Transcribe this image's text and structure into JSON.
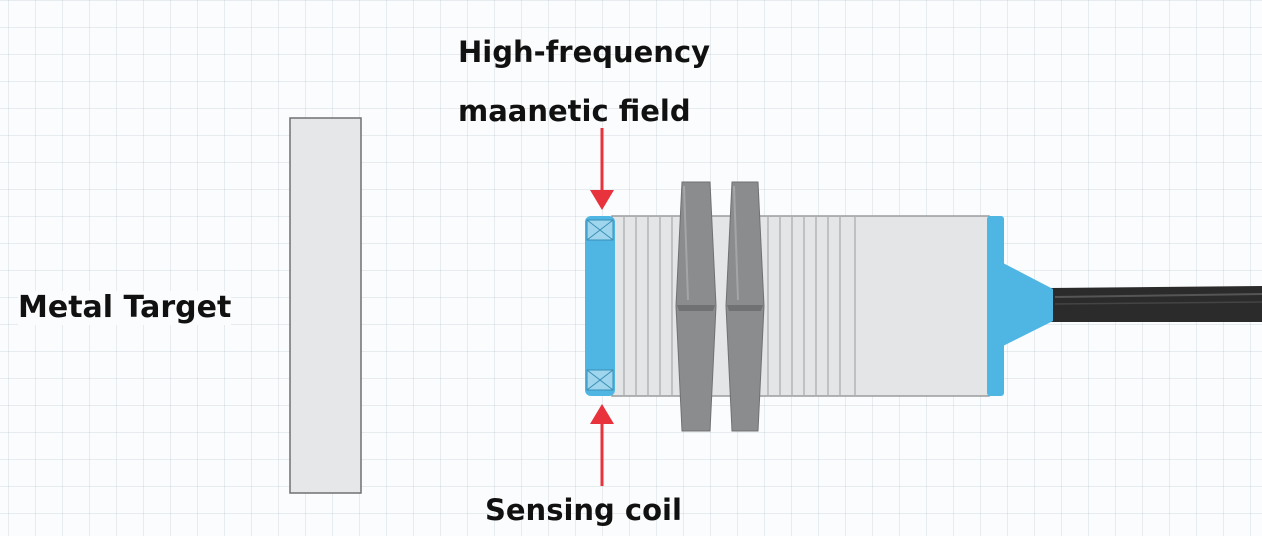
{
  "labels": {
    "metal_target": "Metal Target",
    "hf_line1": "High-frequency",
    "hf_line2": "maanetic field",
    "sensing_coil": "Sensing coil"
  },
  "colors": {
    "target_fill": "#e6e7e9",
    "target_stroke": "#6e7072",
    "sensor_body": "#e4e5e7",
    "nut": "#8a8c8e",
    "coil_blue": "#4fb6e3",
    "arrow_red": "#e8323c",
    "cable": "#2b2b2b"
  }
}
